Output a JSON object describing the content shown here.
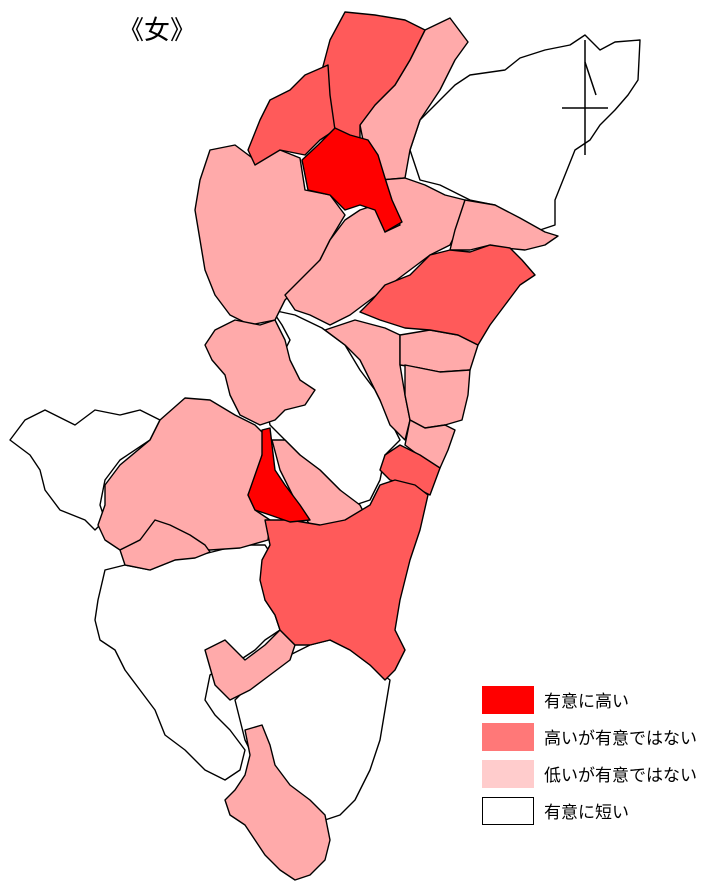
{
  "map": {
    "title": "《女》",
    "colors": {
      "sig_high": "#ff0000",
      "high_ns": "#ff5a5a",
      "low_ns": "#ffaaaa",
      "sig_short": "#ffffff",
      "border": "#000000"
    },
    "legend": [
      {
        "label": "有意に高い",
        "color": "#ff0000"
      },
      {
        "label": "高いが有意ではない",
        "color": "#ff7878"
      },
      {
        "label": "低いが有意ではない",
        "color": "#ffcccc"
      },
      {
        "label": "有意に短い",
        "color": "#ffffff"
      }
    ]
  }
}
